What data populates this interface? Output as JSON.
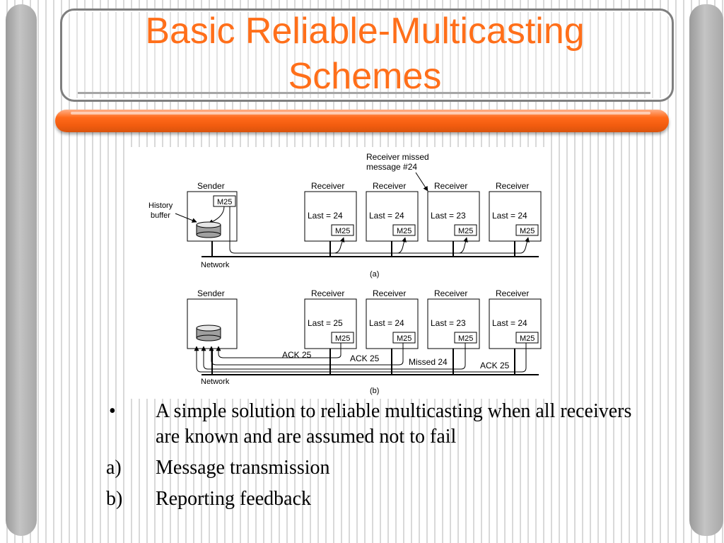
{
  "slide": {
    "title_line1": "Basic Reliable-Multicasting",
    "title_line2": "Schemes"
  },
  "figure": {
    "annotation_line1": "Receiver missed",
    "annotation_line2": "message #24",
    "history_line1": "History",
    "history_line2": "buffer",
    "sender_label": "Sender",
    "receiver_label": "Receiver",
    "network_label": "Network",
    "message_label": "M25",
    "panel_a": {
      "caption": "(a)",
      "receivers": [
        "Last = 24",
        "Last = 24",
        "Last = 23",
        "Last = 24"
      ]
    },
    "panel_b": {
      "caption": "(b)",
      "receivers": [
        "Last = 25",
        "Last = 24",
        "Last = 23",
        "Last = 24"
      ],
      "feedback": [
        "ACK 25",
        "ACK 25",
        "Missed 24",
        "ACK 25"
      ]
    }
  },
  "bullets": [
    {
      "marker": "•",
      "text": "A simple solution to reliable multicasting when all receivers are known and are assumed not to fail"
    },
    {
      "marker": "a)",
      "text": "Message transmission"
    },
    {
      "marker": "b)",
      "text": "Reporting feedback"
    }
  ]
}
